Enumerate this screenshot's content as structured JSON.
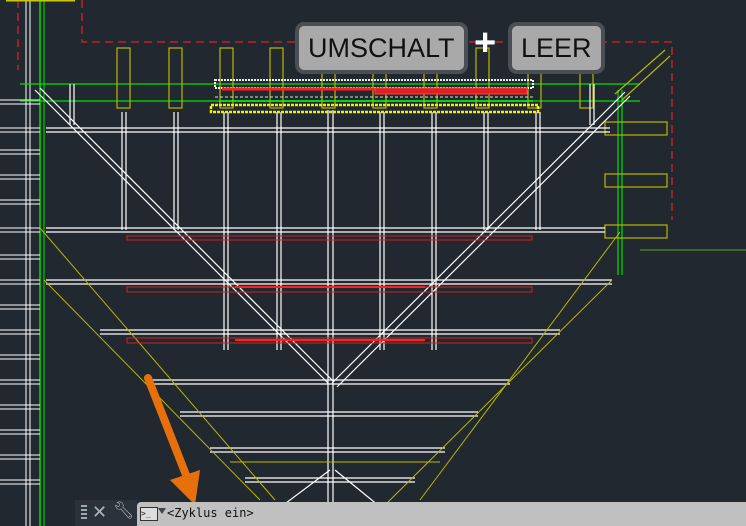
{
  "overlay": {
    "key1": "UMSCHALT",
    "plus": "+",
    "key2": "LEER"
  },
  "command_line": {
    "prompt": "<Zyklus ein>",
    "terminal_glyph": ">_"
  },
  "colors": {
    "background": "#212830",
    "white": "#ffffff",
    "green": "#00ff00",
    "yellow": "#c8c800",
    "red": "#ff2020",
    "arrow": "#e8700c"
  }
}
